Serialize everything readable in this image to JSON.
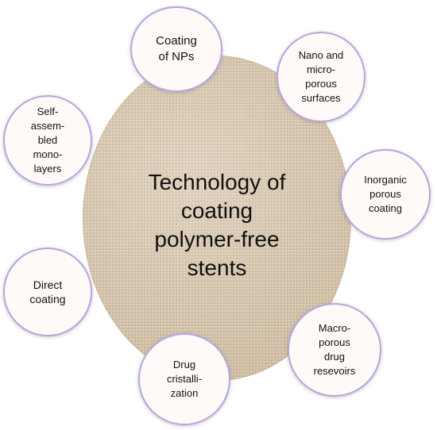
{
  "center": {
    "title_lines": [
      "Technology of",
      "coating",
      "polymer-free",
      "stents"
    ]
  },
  "bubbles": [
    {
      "lines": [
        "Coating",
        "of NPs"
      ]
    },
    {
      "lines": [
        "Nano and",
        "micro-",
        "porous",
        "surfaces"
      ]
    },
    {
      "lines": [
        "Self-",
        "assem-",
        "bled",
        "mono-",
        "layers"
      ]
    },
    {
      "lines": [
        "Inorganic",
        "porous",
        "coating"
      ]
    },
    {
      "lines": [
        "Direct",
        "coating"
      ]
    },
    {
      "lines": [
        "Macro-",
        "porous",
        "drug",
        "resevoirs"
      ]
    },
    {
      "lines": [
        "Drug",
        "cristalli-",
        "zation"
      ]
    }
  ]
}
